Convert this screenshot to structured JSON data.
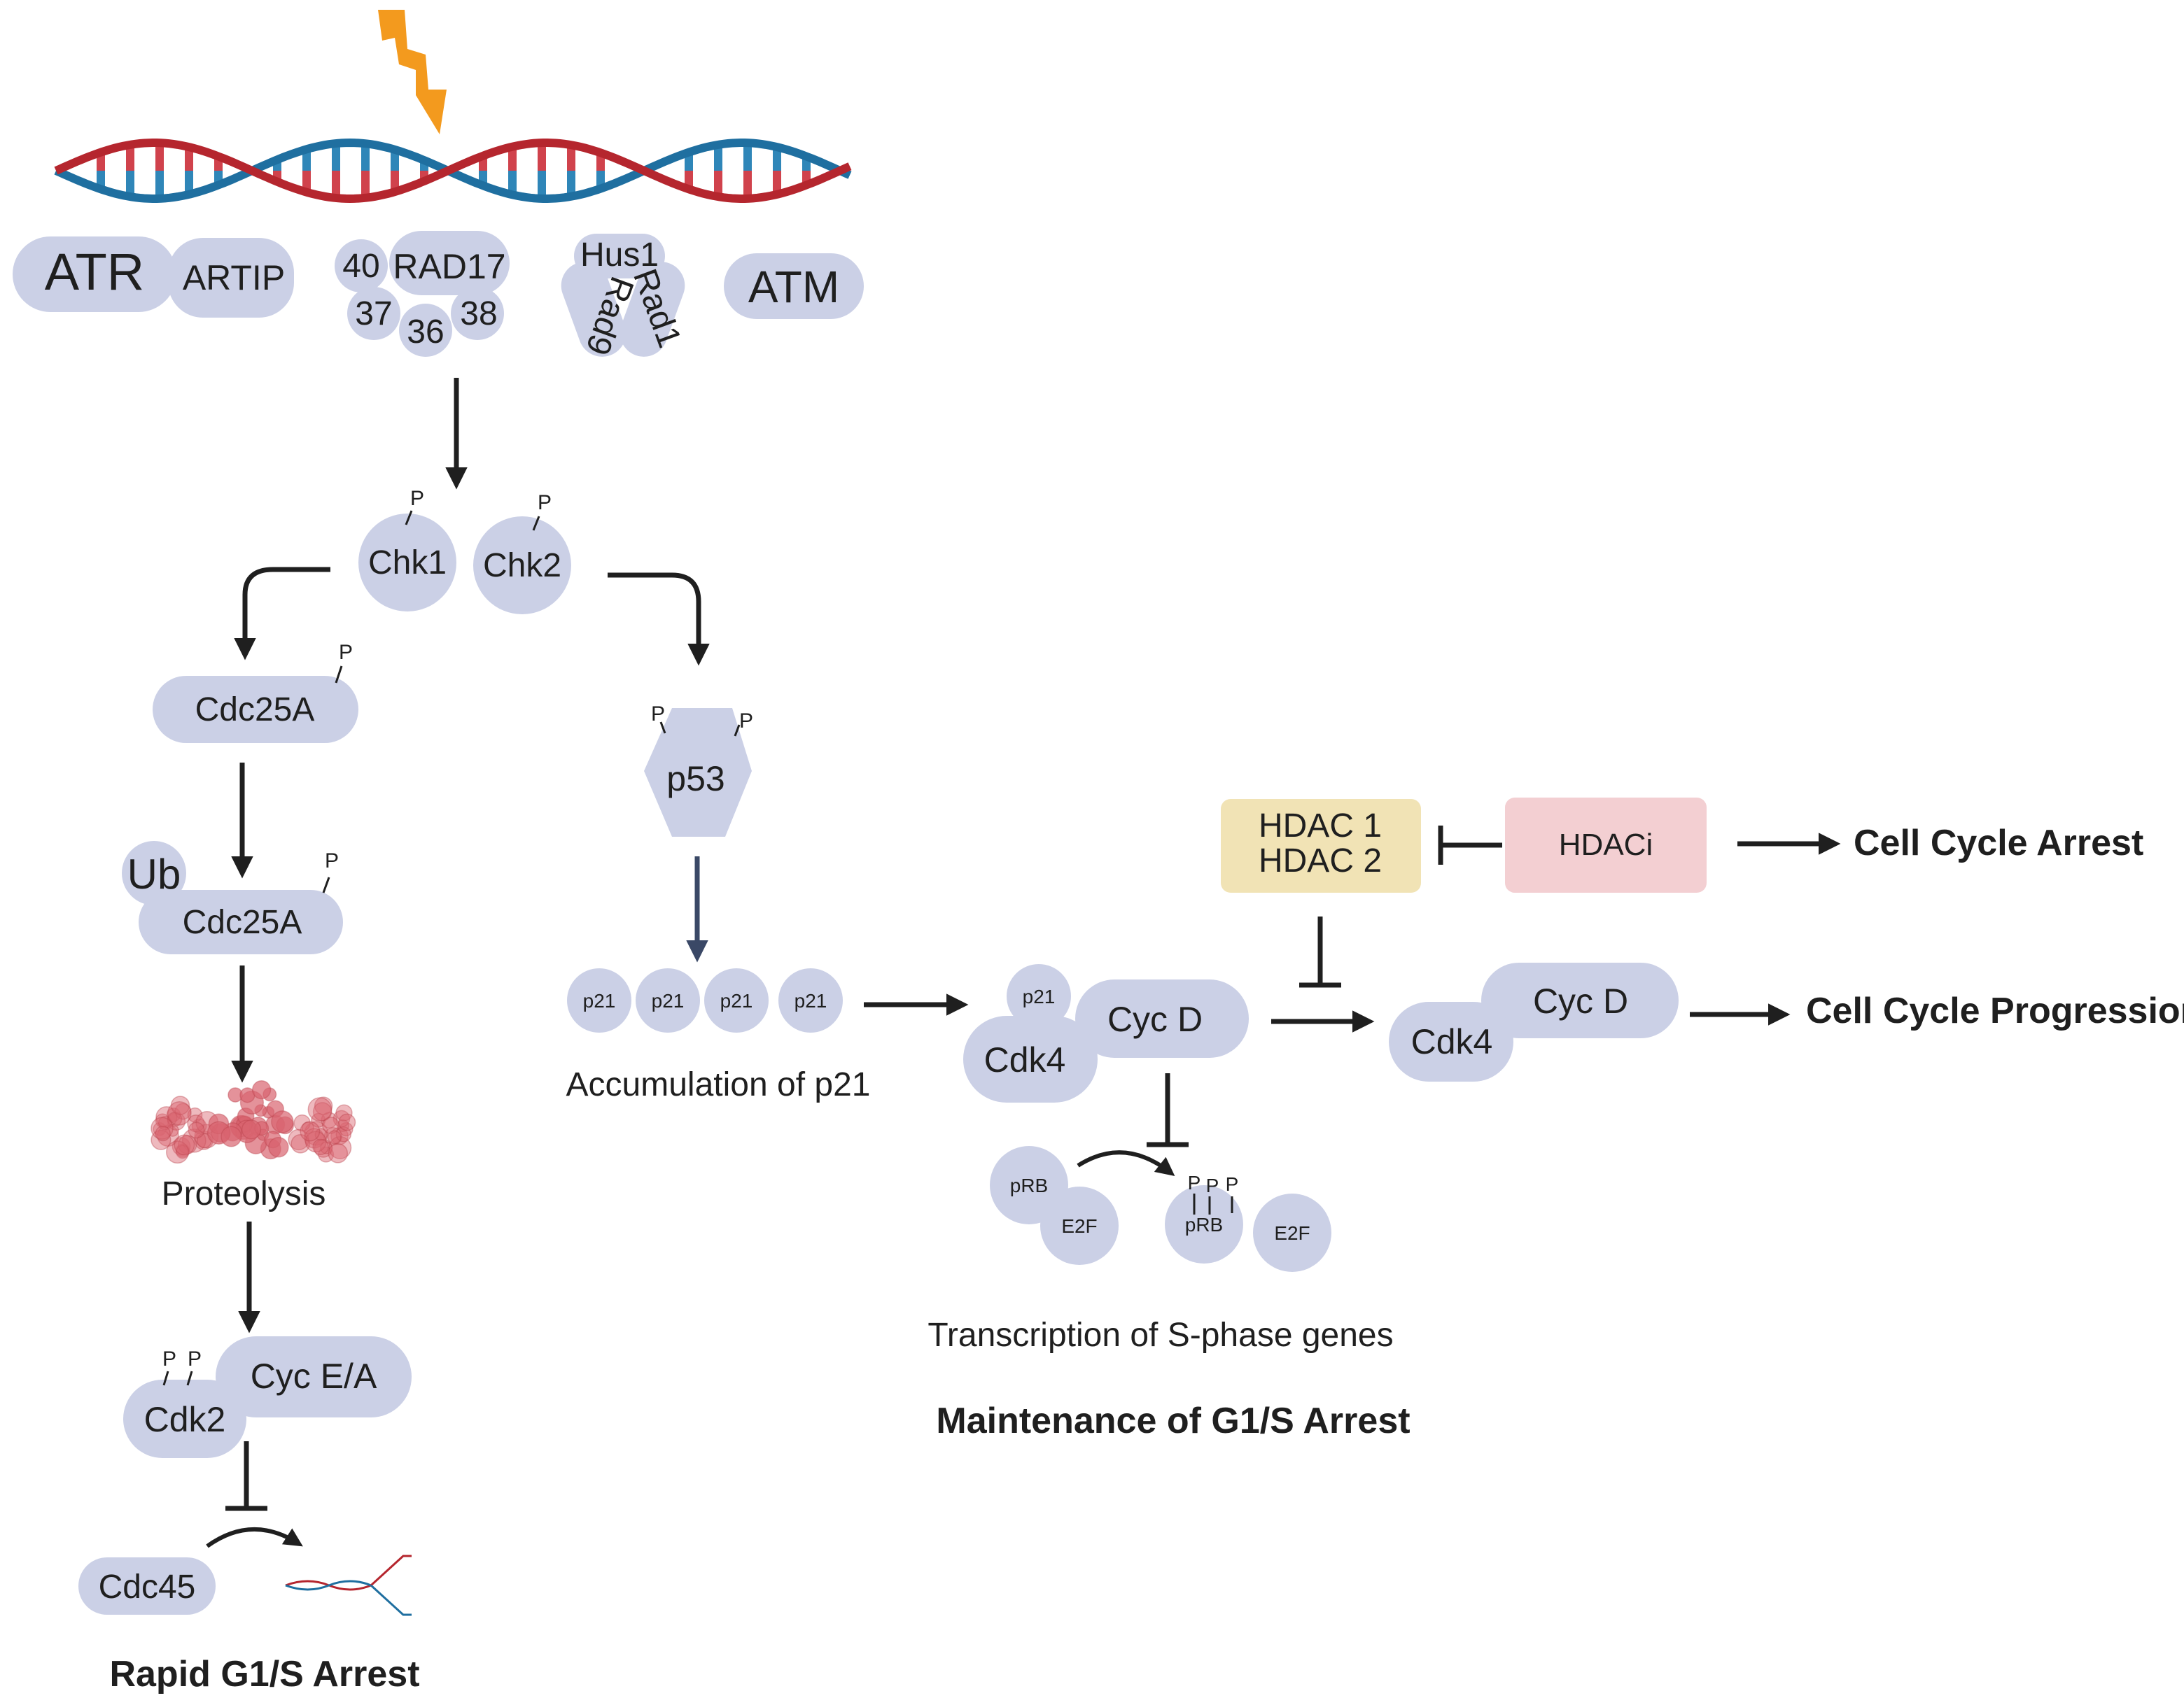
{
  "sensors": {
    "atr": "ATR",
    "artip": "ARTIP",
    "rad17": "RAD17",
    "rfc40": "40",
    "rfc37": "37",
    "rfc36": "36",
    "rfc38": "38",
    "hus1": "Hus1",
    "rad9": "Rad9",
    "rad1": "Rad1",
    "atm": "ATM"
  },
  "checkpoint": {
    "chk1": "Chk1",
    "chk2": "Chk2",
    "p": "P"
  },
  "left_branch": {
    "cdc25a_1": "Cdc25A",
    "ub": "Ub",
    "cdc25a_2": "Cdc25A",
    "proteolysis": "Proteolysis",
    "cdk2": "Cdk2",
    "cyc_ea": "Cyc E/A",
    "cdc45": "Cdc45",
    "title": "Rapid G1/S Arrest"
  },
  "middle_branch": {
    "p53": "p53",
    "p21": "p21",
    "accumulation": "Accumulation of p21",
    "cdk4": "Cdk4",
    "cycd": "Cyc D",
    "prb": "pRB",
    "e2f": "E2F",
    "transcription": "Transcription of S-phase genes",
    "title": "Maintenance of G1/S Arrest"
  },
  "right_branch": {
    "hdac1": "HDAC 1",
    "hdac2": "HDAC 2",
    "hdaci": "HDACi",
    "cell_cycle_arrest": "Cell Cycle Arrest",
    "cdk4": "Cdk4",
    "cycd": "Cyc D",
    "cell_cycle_progression": "Cell Cycle Progression"
  },
  "colors": {
    "protein": "#cbd0e6",
    "hdac_box": "#f1e3b5",
    "hdaci_box": "#f3cfd2",
    "lightning": "#f39a1e",
    "dna_red": "#b5262e",
    "dna_blue": "#1f6fa0"
  }
}
